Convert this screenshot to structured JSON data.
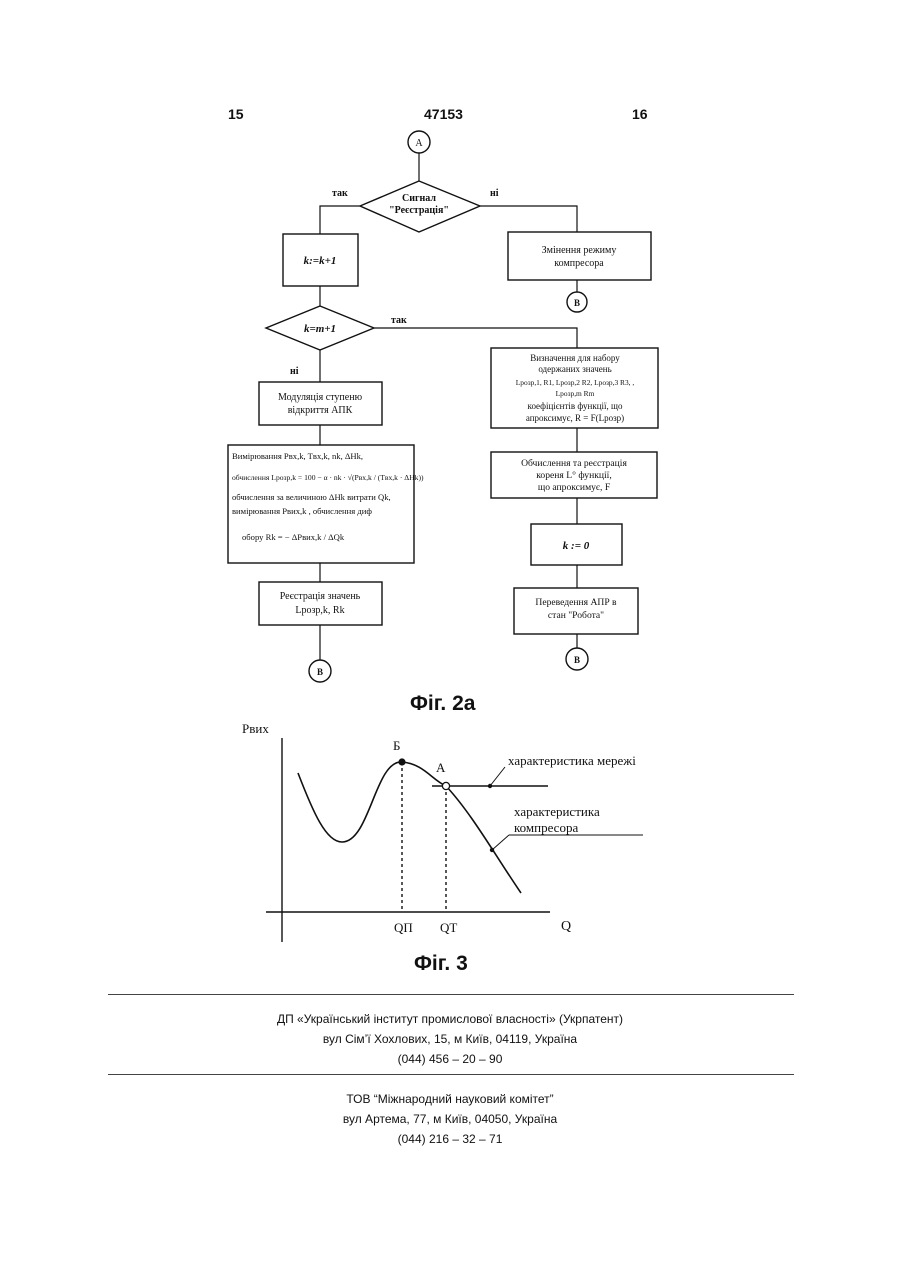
{
  "header": {
    "left": "15",
    "center": "47153",
    "right": "16"
  },
  "fig2a": {
    "caption": "Фіг. 2а",
    "connector_a": "A",
    "connector_b": "B",
    "decision_signal": [
      "Сигнал",
      "\"Реєстрація\""
    ],
    "yes_label": "так",
    "no_label": "ні",
    "box_increment": "k:=k+1",
    "box_change_mode": [
      "Змінення режиму",
      "компресора"
    ],
    "decision_km": "k=m+1",
    "box_modulation": [
      "Модуляція ступеню",
      "відкриття АПК"
    ],
    "box_measure": [
      "Вимірювання Pвх,k, Tвх,k, nk, ΔHk,",
      "обчислення  Lрозр,k = 100 − α · nk · √(Pвх,k / (Tвх,k · ΔHk))",
      "обчислення за величиною ΔHk витрати Qk,",
      "вимірювання Pвих,k , обчислення диф",
      "обору        Rk = − ΔPвих,k / ΔQk"
    ],
    "box_register_values": [
      "Реєстрація значень",
      "Lрозр,k, Rk"
    ],
    "box_determine": [
      "Визначення для набору",
      "одержаних значень",
      "Lрозр,1, R1, Lрозр,2 R2, Lрозр,3 R3, ,",
      "Lрозр,m Rm",
      "коефіцієнтів функції, що",
      "апроксимує, R = F(Lрозр)"
    ],
    "box_compute_root": [
      "Обчислення та реєстрація",
      "кореня L° функції,",
      "що апроксимує,  F"
    ],
    "box_k_reset": "k := 0",
    "box_transfer": [
      "Переведення АПР в",
      "стан \"Робота\""
    ]
  },
  "fig3": {
    "caption": "Фіг. 3",
    "y_axis_label": "Pвих",
    "x_axis_label": "Q",
    "point_b": "Б",
    "point_a": "А",
    "label_network": "характеристика мережі",
    "label_compressor": [
      "характеристика",
      "компресора"
    ],
    "tick_qp": "QП",
    "tick_qt": "QТ"
  },
  "footer": {
    "org1": "ДП «Український інститут промислової власності» (Укрпатент)",
    "addr1": "вул  Сім’ї Хохлових, 15, м  Київ, 04119, Україна",
    "phone1": "(044) 456 – 20 –  90",
    "org2": "ТОВ “Міжнародний науковий комітет”",
    "addr2": "вул  Артема, 77, м  Київ, 04050, Україна",
    "phone2": "(044) 216 – 32 – 71"
  }
}
